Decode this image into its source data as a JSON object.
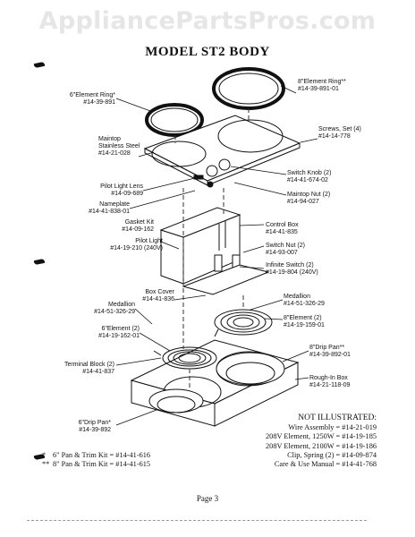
{
  "watermark": "AppliancePartsPros.com",
  "title": "MODEL ST2 BODY",
  "labels": {
    "ring6": [
      "6\"Element Ring*",
      "#14-39-891"
    ],
    "ring8": [
      "8\"Element Ring**",
      "#14-39-891-01"
    ],
    "screws": [
      "Screws, Set (4)",
      "#14-14-778"
    ],
    "maintop": [
      "Maintop",
      "Stainless Steel",
      "#14-21-028"
    ],
    "switch_knob": [
      "Switch Knob (2)",
      "#14-41-674-02"
    ],
    "pilot_lens": [
      "Pilot Light Lens",
      "#14-09-689"
    ],
    "maintop_nut": [
      "Maintop Nut (2)",
      "#14-94-027"
    ],
    "nameplate": [
      "Nameplate",
      "#14-41-838-01"
    ],
    "gasket": [
      "Gasket Kit",
      "#14-09-162"
    ],
    "control_box": [
      "Control Box",
      "#14-41-835"
    ],
    "pilot_light": [
      "Pilot Light",
      "#14-19-210 (240V)"
    ],
    "switch_nut": [
      "Switch Nut (2)",
      "#14-93-007"
    ],
    "inf_switch": [
      "Infinite Switch (2)",
      "#14-19-804 (240V)"
    ],
    "box_cover": [
      "Box Cover",
      "#14-41-836"
    ],
    "medallion_r": [
      "Medallion",
      "#14-51-326-29"
    ],
    "medallion_l": [
      "Medallion",
      "#14-51-326-29"
    ],
    "element8": [
      "8\"Element (2)",
      "#14-19-159-01"
    ],
    "element6": [
      "6\"Element (2)",
      "#14-19-162-01"
    ],
    "drip8": [
      "8\"Drip Pan**",
      "#14-39-892-01"
    ],
    "terminal": [
      "Terminal Block (2)",
      "#14-41-837"
    ],
    "roughin": [
      "Rough-In Box",
      "#14-21-118-09"
    ],
    "drip6": [
      "6\"Drip Pan*",
      "#14-39-892"
    ]
  },
  "not_illustrated": {
    "heading": "NOT ILLUSTRATED:",
    "items": [
      "Wire Assembly = #14-21-019",
      "208V Element, 1250W = #14-19-185",
      "208V Element, 2100W = #14-19-186",
      "Clip, Spring (2) = #14-09-874",
      "Care & Use Manual = #14-41-768"
    ]
  },
  "kits": [
    {
      "star": "*",
      "text": "6\" Pan & Trim Kit = #14-41-616"
    },
    {
      "star": "**",
      "text": "8\" Pan & Trim Kit = #14-41-615"
    }
  ],
  "page": "Page 3"
}
